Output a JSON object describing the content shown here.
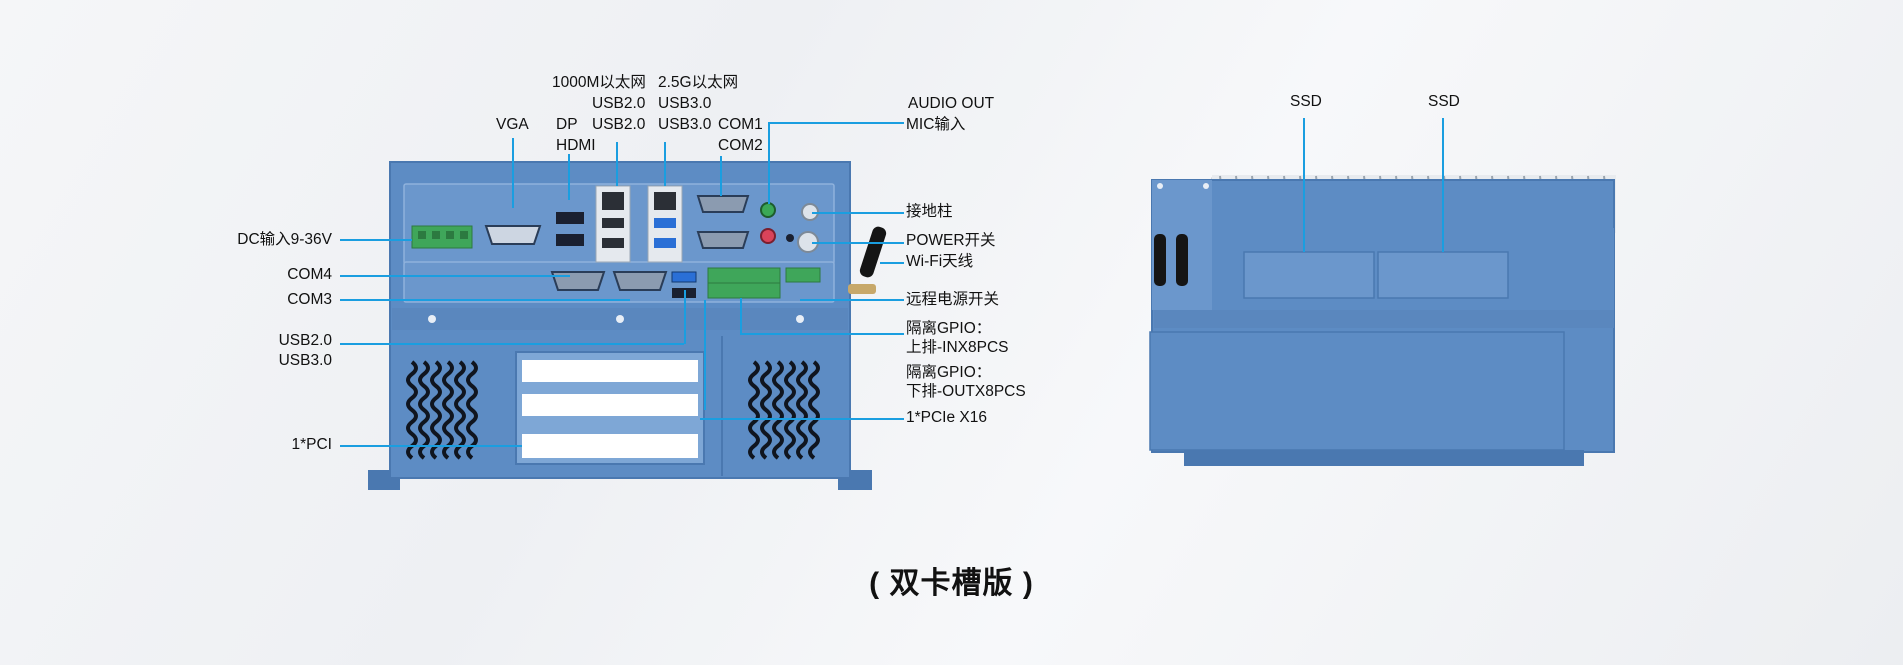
{
  "caption": "( 双卡槽版 )",
  "colors": {
    "chassis": "#5d8cc4",
    "chassis_dark": "#4a78b0",
    "leader_line": "#1a9ee0",
    "terminal_green": "#3fa65a"
  },
  "labels": {
    "eth1g": "1000M以太网",
    "eth25g": "2.5G以太网",
    "usb20_a": "USB2.0",
    "usb20_b": "USB2.0",
    "usb30_a": "USB3.0",
    "usb30_b": "USB3.0",
    "vga": "VGA",
    "dp": "DP",
    "hdmi": "HDMI",
    "com1": "COM1",
    "com2": "COM2",
    "audio_out": "AUDIO OUT",
    "mic_in": "MIC输入",
    "dc_in": "DC输入9-36V",
    "com4": "COM4",
    "com3": "COM3",
    "front_usb20": "USB2.0",
    "front_usb30": "USB3.0",
    "pci": "1*PCI",
    "ground": "接地柱",
    "power_switch": "POWER开关",
    "wifi": "Wi-Fi天线",
    "remote_power": "远程电源开关",
    "gpio_in_l1": "隔离GPIO：",
    "gpio_in_l2": "上排-INX8PCS",
    "gpio_out_l1": "隔离GPIO：",
    "gpio_out_l2": "下排-OUTX8PCS",
    "pcie": "1*PCIe X16",
    "ssd_1": "SSD",
    "ssd_2": "SSD"
  },
  "icons": [
    "wifi-antenna-icon",
    "power-button-icon",
    "ground-post-icon",
    "ssd-bay-icon"
  ]
}
